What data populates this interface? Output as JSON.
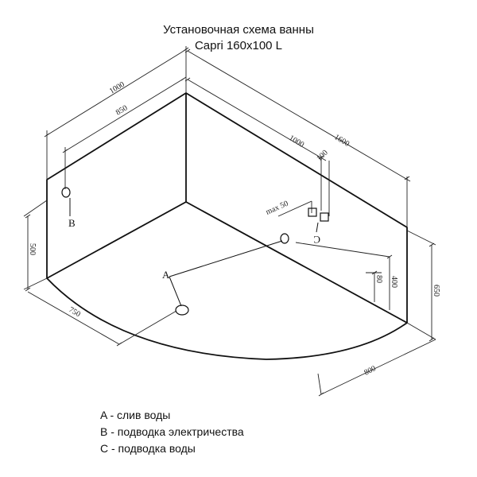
{
  "title": {
    "line1": "Установочная схема ванны",
    "line2": "Capri 160x100 L"
  },
  "dimensions": {
    "d1000_top": "1000",
    "d850": "850",
    "d1000_right": "1000",
    "d1600": "1600",
    "d100": "100",
    "max50": "max 50",
    "d500": "500",
    "d750": "750",
    "d80": "80",
    "d400": "400",
    "d650": "650",
    "d800": "800"
  },
  "points": {
    "a": "A",
    "b": "B",
    "c": "C"
  },
  "legend": [
    "A - слив воды",
    "B - подводка электричества",
    "C - подводка воды"
  ]
}
